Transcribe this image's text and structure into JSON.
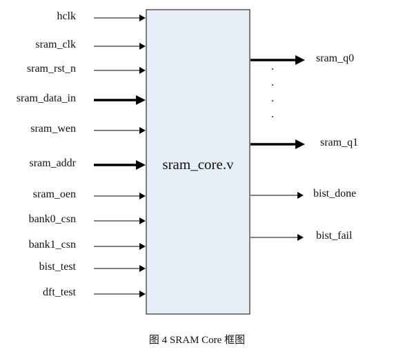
{
  "module": {
    "name": "sram_core.v"
  },
  "inputs": [
    {
      "label": "hclk",
      "bus": false
    },
    {
      "label": "sram_clk",
      "bus": false
    },
    {
      "label": "sram_rst_n",
      "bus": false
    },
    {
      "label": "sram_data_in",
      "bus": true
    },
    {
      "label": "sram_wen",
      "bus": false
    },
    {
      "label": "sram_addr",
      "bus": true
    },
    {
      "label": "sram_oen",
      "bus": false
    },
    {
      "label": "bank0_csn",
      "bus": false
    },
    {
      "label": "bank1_csn",
      "bus": false
    },
    {
      "label": "bist_test",
      "bus": false
    },
    {
      "label": "dft_test",
      "bus": false
    }
  ],
  "outputs": [
    {
      "label": "sram_q0",
      "bus": true
    },
    {
      "label": "sram_q1",
      "bus": true
    },
    {
      "label": "bist_done",
      "bus": false
    },
    {
      "label": "bist_fail",
      "bus": false
    }
  ],
  "ellipsis": ".",
  "caption": "图 4 SRAM Core 框图",
  "colors": {
    "block_fill": "#e8eef8",
    "stroke": "#000000"
  }
}
